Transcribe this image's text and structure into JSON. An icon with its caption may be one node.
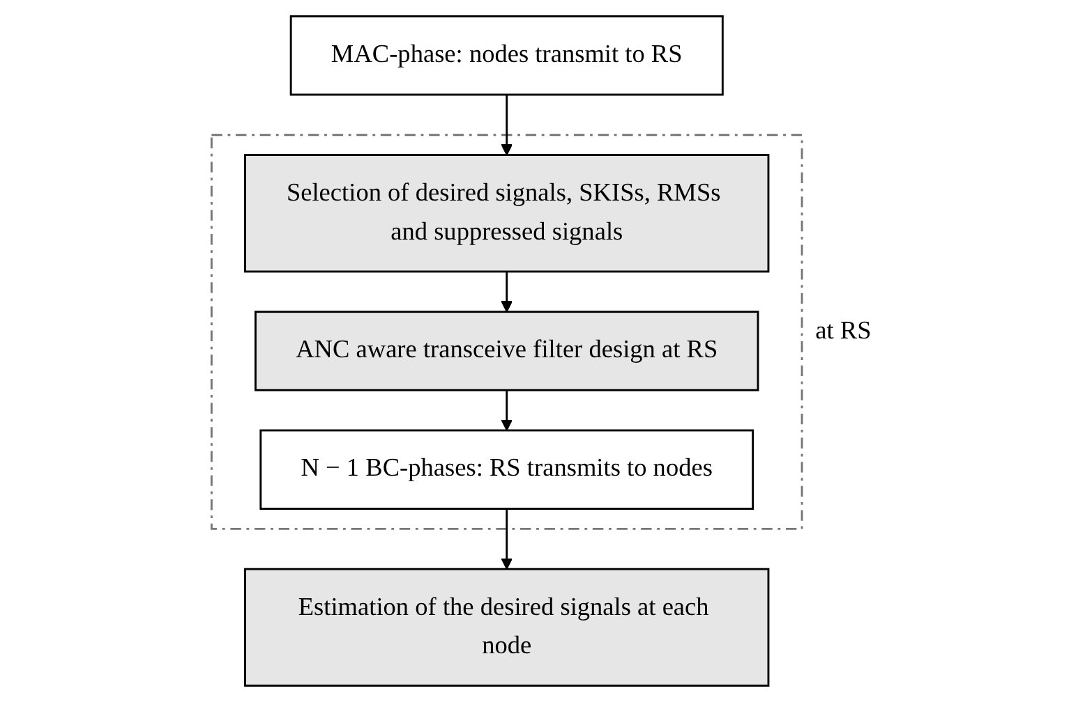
{
  "diagram": {
    "nodes": [
      {
        "text": [
          "MAC-phase: nodes transmit to RS"
        ]
      },
      {
        "text": [
          "at RS"
        ]
      },
      {
        "text": [
          "Selection of desired signals, SKISs, RMSs and suppressed signals"
        ],
        "in": 1
      },
      {
        "text": [
          "ANC aware transceive filter design at RS"
        ],
        "in": 1
      },
      {
        "text": [
          "N − 1 BC-phases: RS transmits to nodes"
        ],
        "in": 1
      },
      {
        "text": [
          "Estimation of the desired signals at each node"
        ]
      }
    ],
    "edges": [
      {
        "from": 0,
        "to": 2,
        "arrow": "to"
      },
      {
        "from": 2,
        "to": 3,
        "arrow": "to"
      },
      {
        "from": 3,
        "to": 4,
        "arrow": "to"
      },
      {
        "from": 4,
        "to": 5,
        "arrow": "to"
      }
    ]
  }
}
